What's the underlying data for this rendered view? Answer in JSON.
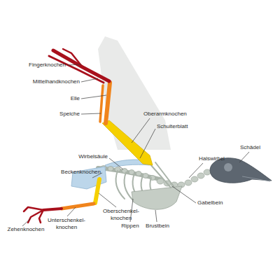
{
  "diagram": {
    "labels": [
      "Fingerknochen",
      "Mittelhandknochen",
      "Elle",
      "Speiche",
      "Oberarmknochen",
      "Schulterblatt",
      "Schädel",
      "Halswirbel",
      "Wirbelsäule",
      "Beckenknochen",
      "Gabelbein",
      "Oberschenkel- knochen",
      "Rippen",
      "Unterschenkel- knochen",
      "Brustbein",
      "Zehenknochen"
    ]
  }
}
